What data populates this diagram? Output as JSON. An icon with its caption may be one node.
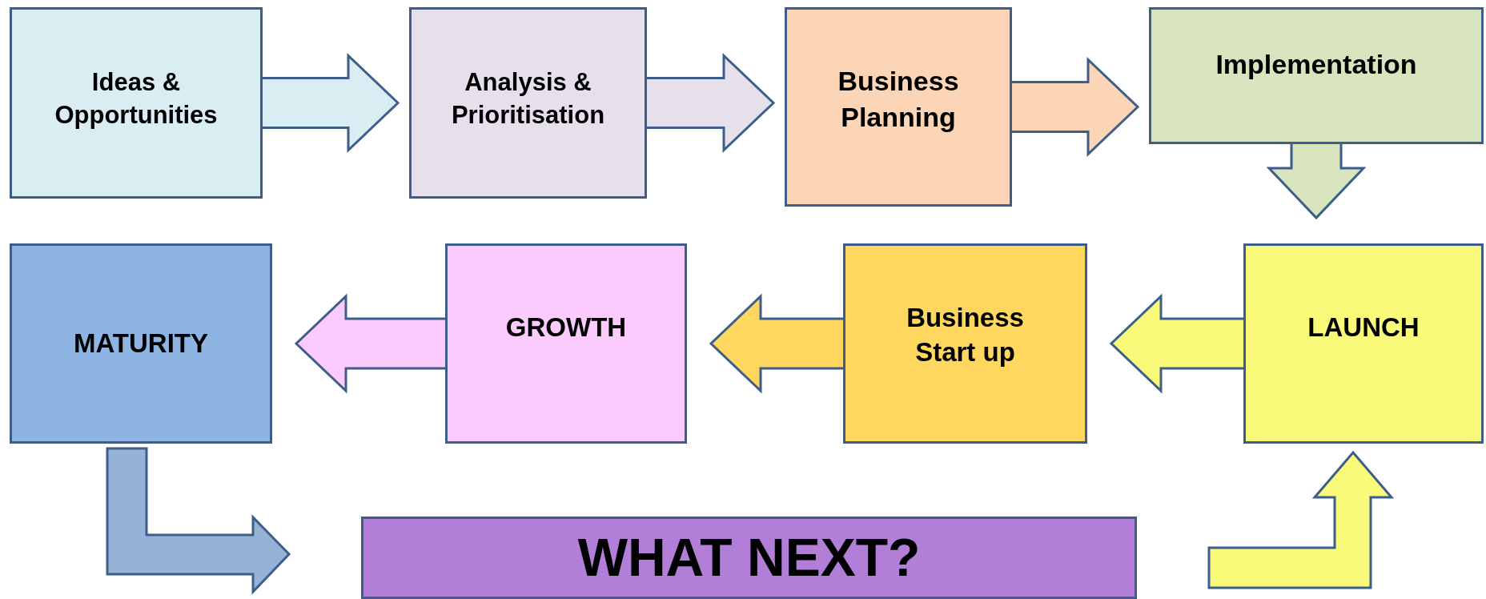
{
  "diagram": {
    "nodes": [
      {
        "text": [
          "Ideas & Opportunities"
        ]
      },
      {
        "text": [
          "Analysis & Prioritisation"
        ]
      },
      {
        "text": [
          "Business Planning"
        ]
      },
      {
        "text": [
          "Implementation"
        ]
      },
      {
        "text": [
          "LAUNCH"
        ]
      },
      {
        "text": [
          "Business Start up"
        ]
      },
      {
        "text": [
          "GROWTH"
        ]
      },
      {
        "text": [
          "MATURITY"
        ]
      },
      {
        "text": [
          "WHAT NEXT?"
        ]
      }
    ],
    "edges": [
      {
        "from": 0,
        "to": 1,
        "arrow": "to"
      },
      {
        "from": 1,
        "to": 2,
        "arrow": "to"
      },
      {
        "from": 2,
        "to": 3,
        "arrow": "to"
      },
      {
        "from": 3,
        "to": 4,
        "arrow": "to"
      },
      {
        "from": 4,
        "to": 5,
        "arrow": "to"
      },
      {
        "from": 5,
        "to": 6,
        "arrow": "to"
      },
      {
        "from": 6,
        "to": 7,
        "arrow": "to"
      },
      {
        "from": 7,
        "to": 8,
        "arrow": "to"
      },
      {
        "from": 8,
        "to": 4,
        "arrow": "to"
      }
    ]
  }
}
